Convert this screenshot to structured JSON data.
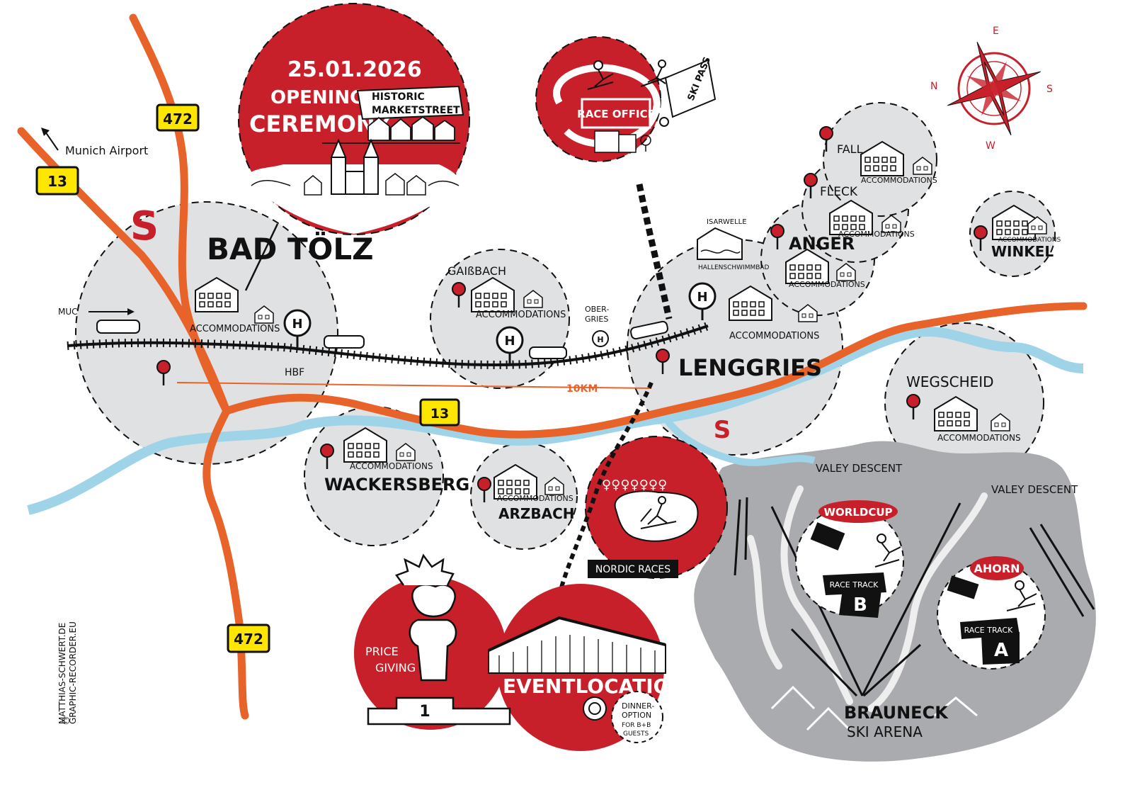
{
  "colors": {
    "red": "#c8202a",
    "orange": "#e8632a",
    "river": "#9fd3e8",
    "zone": "#dfe1e3",
    "ski": "#a9abae",
    "road_sign": "#ffe600"
  },
  "roads": {
    "b472_top": "472",
    "b13_left": "13",
    "b13_mid": "13",
    "b472_bottom": "472"
  },
  "labels": {
    "munich_airport": "Munich Airport",
    "muc": "MUC",
    "hbf": "HBF",
    "distance": "10KM",
    "ober_gries": [
      "OBER-",
      "GRIES"
    ],
    "isarwelle": "ISARWELLE",
    "hallenschwimmbad": "HALLENSCHWIMMBAD",
    "credit": [
      "MATTHIAS-SCHWERT.DE",
      "GRAPHIC-RECORDER.EU"
    ],
    "copyright": "©"
  },
  "towns": {
    "bad_toelz": "BAD TÖLZ",
    "lenggries": "LENGGRIES",
    "gaissbach": "GAIßBACH",
    "wackersberg": "WACKERSBERG",
    "arzbach": "ARZBACH",
    "wegscheid": "WEGSCHEID",
    "fall": "FALL",
    "fleck": "FLECK",
    "anger": "ANGER",
    "winkel": "WINKEL"
  },
  "accommodations": "ACCOMMODATIONS",
  "opening": {
    "date": "25.01.2026",
    "title": [
      "OPENING",
      "CEREMONY"
    ],
    "street": [
      "HISTORIC",
      "MARKETSTREET"
    ]
  },
  "race_office": {
    "label": "RACE OFFICE",
    "ski_pass": "SKI PASS"
  },
  "nordic": {
    "label": "NORDIC RACES"
  },
  "event": {
    "location": "EVENTLOCATION",
    "price_giving": [
      "PRICE",
      "GIVING"
    ],
    "podium": "1",
    "dinner": [
      "DINNER-",
      "OPTION",
      "FOR B+B",
      "GUESTS"
    ]
  },
  "ski": {
    "worldcup": "WORLDCUP",
    "ahorn": "AHORN",
    "race_track": "RACE TRACK",
    "track_b": "B",
    "track_a": "A",
    "valley_descent_1": "VALEY DESCENT",
    "valley_descent_2": "VALEY DESCENT",
    "arena": [
      "BRAUNECK",
      "SKI ARENA"
    ]
  },
  "compass": {
    "n": "N",
    "e": "E",
    "s": "S",
    "w": "W"
  },
  "station": "H"
}
